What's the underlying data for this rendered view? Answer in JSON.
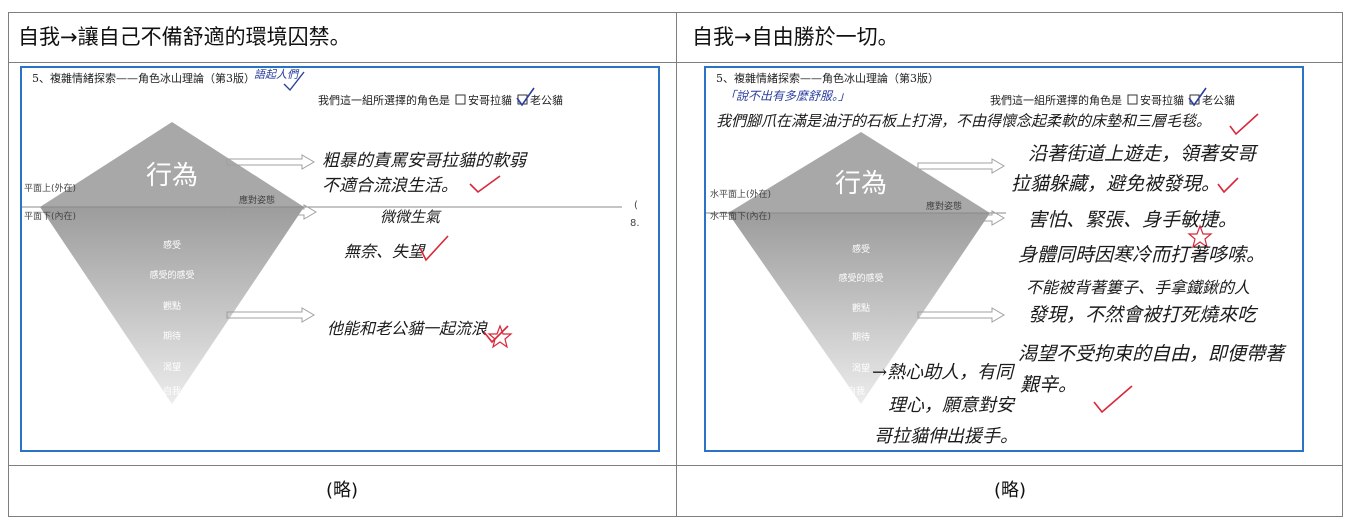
{
  "header": {
    "left": "自我→讓自己不備舒適的環境囚禁。",
    "right": "自我→自由勝於一切。"
  },
  "footer": {
    "left": "(略)",
    "right": "(略)"
  },
  "colors": {
    "border": "#7f7f7f",
    "photo_border": "#2b73c4",
    "check_red": "#d8283a",
    "ink_blue": "#2a3f9e"
  },
  "left_panel": {
    "title": "5、複雜情緒探索——角色冰山理論（第3版）",
    "note": "語起人們",
    "choice_prompt": "我們這一組所選擇的角色是",
    "option_1": "安哥拉貓",
    "option_2": "老公貓",
    "surface_above": "平面上(外在)",
    "surface_below": "平面下(內在)",
    "coping": "應對姿態",
    "levels": {
      "behavior": "行為",
      "feeling": "感受",
      "feeling_of_feeling": "感受的感受",
      "perception": "觀點",
      "expectation": "期待",
      "yearning": "渴望",
      "self": "自我"
    },
    "answers": {
      "behavior_1": "粗暴的責罵安哥拉貓的軟弱",
      "behavior_2": "不適合流浪生活。",
      "feeling": "微微生氣",
      "feeling_of_feeling": "無奈、失望",
      "expectation": "他能和老公貓一起流浪"
    },
    "edge_fragment_1": "(",
    "edge_fragment_2": "8."
  },
  "right_panel": {
    "title": "5、複雜情緒探索——角色冰山理論（第3版）",
    "quote": "「說不出有多麼舒服。」",
    "choice_prompt": "我們這一組所選擇的角色是",
    "option_1": "安哥拉貓",
    "option_2": "老公貓",
    "intro": "我們腳爪在滿是油汙的石板上打滑，不由得懷念起柔軟的床墊和三層毛毯。",
    "surface_above": "水平面上(外在)",
    "surface_below": "水平面下(內在)",
    "coping": "應對姿態",
    "levels": {
      "behavior": "行為",
      "feeling": "感受",
      "feeling_of_feeling": "感受的感受",
      "perception": "觀點",
      "expectation": "期待",
      "yearning": "渴望",
      "self": "自我"
    },
    "answers": {
      "behavior_1": "沿著街道上遊走，領著安哥",
      "behavior_2": "拉貓躲藏，避免被發現。",
      "feeling": "害怕、緊張、身手敏捷。",
      "feeling_of_feeling": "身體同時因寒冷而打著哆嗦。",
      "expectation_1": "不能被背著簍子、手拿鐵鍬的人",
      "expectation_2": "發現，不然會被打死燒來吃",
      "yearning_1": "渴望不受拘束的自由，即便帶著",
      "yearning_2": "艱辛。",
      "self_1": "→熱心助人，有同",
      "self_2": "理心，願意對安",
      "self_3": "哥拉貓伸出援手。"
    }
  }
}
